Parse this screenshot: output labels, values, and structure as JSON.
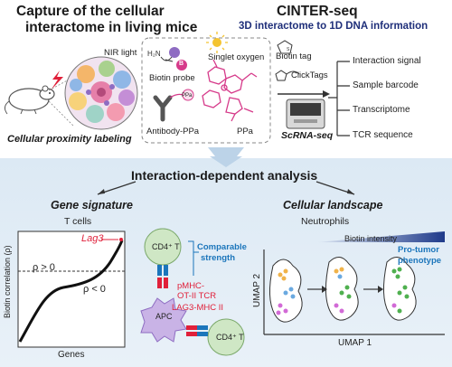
{
  "top_left": {
    "title_line1": "Capture of the cellular",
    "title_line2": "interactome in living mice",
    "nir_label": "NIR light",
    "caption": "Cellular proximity labeling",
    "biotin_probe": "Biotin probe",
    "singlet_oxygen": "Singlet oxygen",
    "antibody_ppa": "Antibody-PPa",
    "ppa": "PPa",
    "ppa_small": "PPa",
    "b": "B"
  },
  "top_right": {
    "title": "CINTER-seq",
    "subtitle": "3D interactome to 1D DNA information",
    "biotin_tag": "Biotin tag",
    "clicktags": "ClickTags",
    "scrna": "ScRNA-seq",
    "outputs": [
      "Interaction signal",
      "Sample barcode",
      "Transcriptome",
      "TCR sequence"
    ]
  },
  "analysis": {
    "title": "Interaction-dependent analysis",
    "gene_signature": "Gene signature",
    "t_cells": "T cells",
    "cellular_landscape": "Cellular landscape",
    "neutrophils": "Neutrophils"
  },
  "gene_plot": {
    "ylabel": "Biotin correlation (ρ)",
    "xlabel": "Genes",
    "lag3": "Lag3",
    "rho_pos": "ρ > 0",
    "rho_neg": "ρ < 0"
  },
  "interaction": {
    "cd4_top": "CD4⁺ T",
    "cd4_bottom": "CD4⁺ T",
    "apc": "APC",
    "comparable_line1": "Comparable",
    "comparable_line2": "strength",
    "pmhc_line1": "pMHC-",
    "pmhc_line2": "OT-II TCR",
    "lag3_mhc": "LAG3-MHC II"
  },
  "umap": {
    "biotin_intensity": "Biotin intensity",
    "pro_tumor_line1": "Pro-tumor",
    "pro_tumor_line2": "phenotype",
    "umap2": "UMAP 2",
    "umap1": "UMAP 1"
  },
  "colors": {
    "dark_blue": "#1f2f7a",
    "red": "#e0203a",
    "pink": "#d63a8a",
    "purple": "#8e6cc2",
    "accent_blue": "#1b75bb"
  }
}
